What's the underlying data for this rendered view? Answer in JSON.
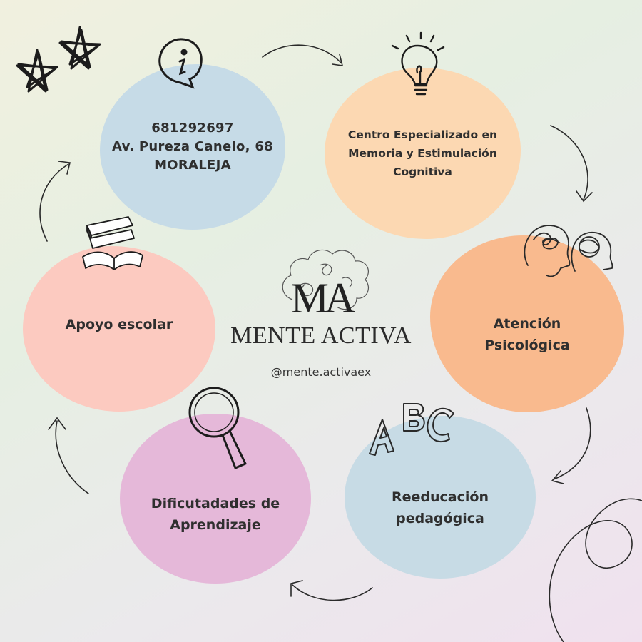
{
  "info": {
    "phone": "681292697",
    "address": "Av. Pureza Canelo, 68",
    "city": "MORALEJA",
    "icon": "info-icon"
  },
  "centro": {
    "line1": "Centro Especializado en",
    "line2": "Memoria y Estimulación",
    "line3": "Cognitiva",
    "icon": "lightbulb-icon"
  },
  "atencion": {
    "line1": "Atención",
    "line2": "Psicológica",
    "icon": "brain-heads-icon"
  },
  "reeducacion": {
    "line1": "Reeducación",
    "line2": "pedagógica",
    "icon": "abc-letters-icon",
    "letters": [
      "A",
      "B",
      "C"
    ]
  },
  "dificultades": {
    "line1": "Dificutadades de",
    "line2": "Aprendizaje",
    "icon": "magnifying-glass-icon"
  },
  "apoyo": {
    "label": "Apoyo escolar",
    "icon": "books-icon"
  },
  "brand": {
    "monogram": "MA",
    "name": "MENTE ACTIVA",
    "handle": "@mente.activaex"
  },
  "colors": {
    "info": "#c6dbe7",
    "centro": "#fcd8b2",
    "atencion": "#f9ba8e",
    "reeducacion": "#c7dbe5",
    "dificultades": "#e5b8d9",
    "apoyo": "#fccac0"
  }
}
